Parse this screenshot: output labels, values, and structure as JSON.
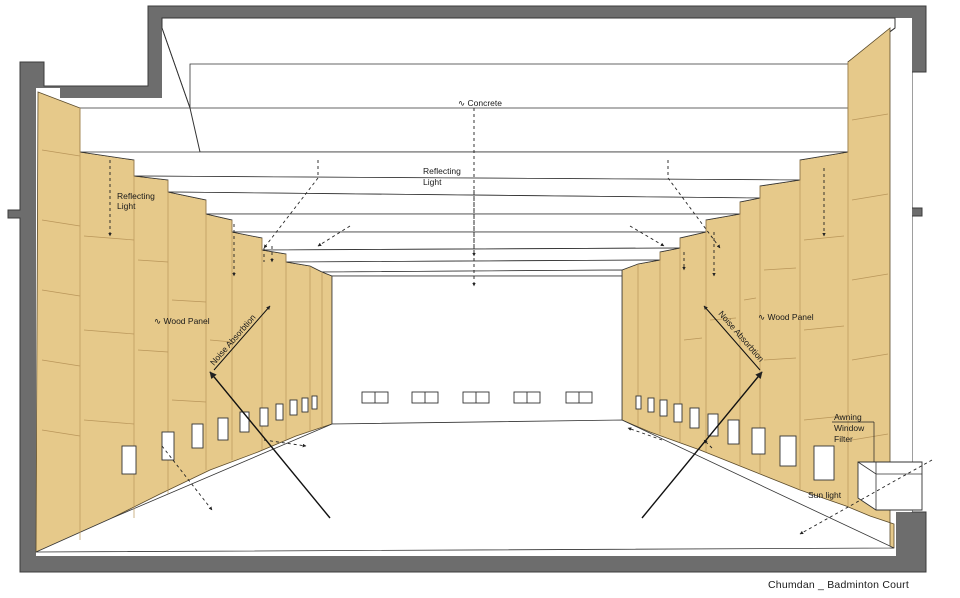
{
  "labels": {
    "concrete": "Concrete",
    "reflecting_center_1": "Reflecting",
    "reflecting_center_2": "Light",
    "reflecting_left_1": "Reflecting",
    "reflecting_left_2": "Light",
    "wood_panel_left": "Wood Panel",
    "wood_panel_right": "Wood Panel",
    "noise_left": "Noise Absorbtion",
    "noise_right": "Noise Absorbtion",
    "awning_1": "Awning",
    "awning_2": "Window",
    "awning_3": "Filter",
    "sun_light": "Sun light"
  },
  "caption": "Chumdan _ Badminton Court",
  "colors": {
    "wall_gray": "#6d6d6d",
    "wood": "#e6c98a",
    "wood_line": "#b9965a",
    "ceiling": "#ffffff",
    "line": "#222222"
  }
}
